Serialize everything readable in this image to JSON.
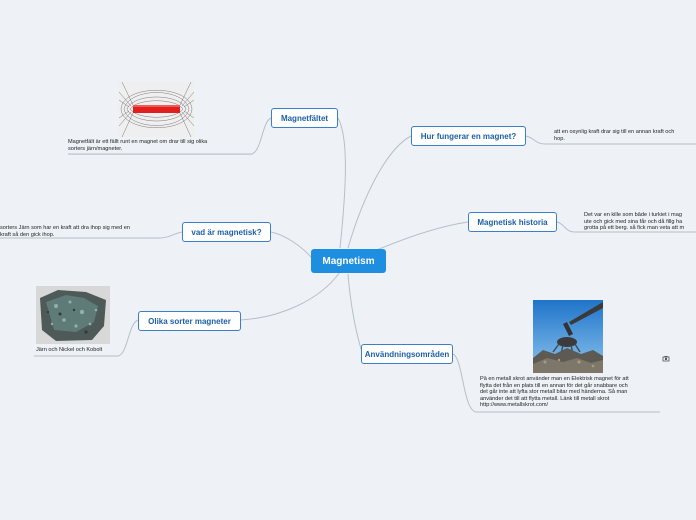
{
  "central": "Magnetism",
  "topics": {
    "magnetfaltet": "Magnetfältet",
    "hur_fungerar": "Hur fungerar en magnet?",
    "vad_ar": "vad är magnetisk?",
    "historia": "Magnetisk historia",
    "olika_sorter": "Olika sorter magneter",
    "anvandning": "Användningsområden"
  },
  "notes": {
    "magnetfaltet": "Magnetfält är ett fällt runt en magnet om drar till sig olika\nsorters järn/magneter.",
    "hur_fungerar": "att en osynlig kraft drar sig till en annan kraft och\nhop.",
    "vad_ar": "sorters Järn som har en kraft att dra ihop sig med en\nkraft så den gick ihop.",
    "historia": "Det var en kille som både i turkiet i mag\nute och gick med sina får och då fillg ha\ngrotta på ett berg. så fick man veta att m",
    "olika_sorter": "Järn och Nickel och Kobolt",
    "anvandning": "På en metall skrot använder man en Elektrisk magnet för att\nflytta det från en plats till en annan för det går snabbare och\ndet går inte att lyfta stor metall bitar med händerna. Så man\nanvänder det till att flytta metall. Länk till metall skrot\nhttp://www.metallskrot.com/"
  },
  "colors": {
    "background": "#eef2f6",
    "central_fill": "#1e8fe0",
    "topic_border": "#3c7fc6",
    "topic_text": "#1c5fa7",
    "connector": "#b5bfca"
  },
  "icons": {
    "magnet_picture": "bar-magnet-field-lines-image",
    "ore_picture": "mineral-ore-image",
    "crane_picture": "scrap-crane-magnet-image",
    "marker": "attachment-icon"
  }
}
